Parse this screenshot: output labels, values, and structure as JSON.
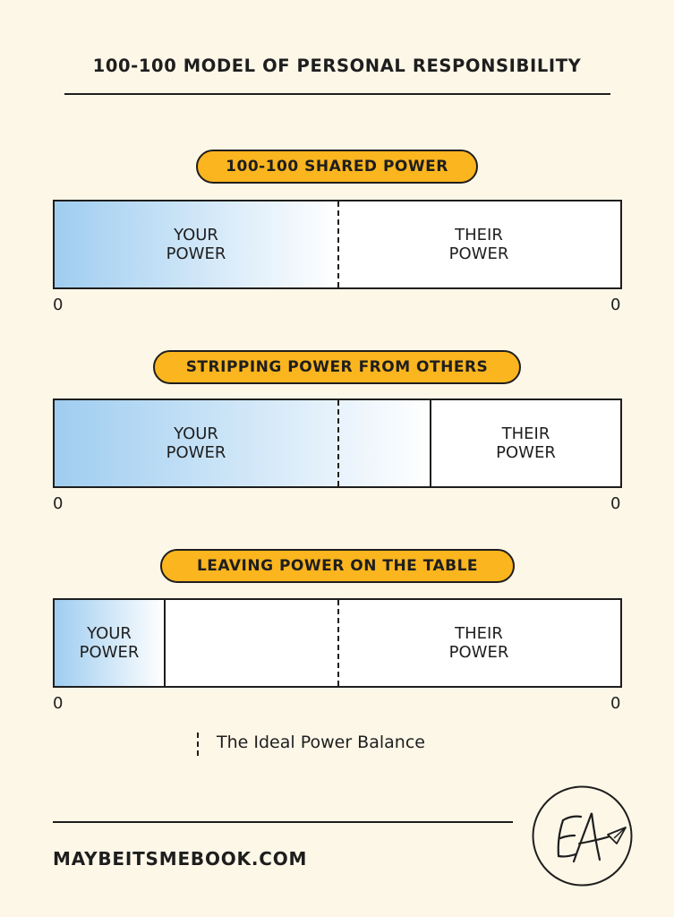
{
  "title": "100-100 MODEL OF PERSONAL RESPONSIBILITY",
  "sections": [
    {
      "heading": "100-100 SHARED POWER",
      "your_label": [
        "YOUR",
        "POWER"
      ],
      "their_label": [
        "THEIR",
        "POWER"
      ],
      "your_share": 0.5,
      "scale_left": "0",
      "scale_right": "0"
    },
    {
      "heading": "STRIPPING POWER FROM OTHERS",
      "your_label": [
        "YOUR",
        "POWER"
      ],
      "their_label": [
        "THEIR",
        "POWER"
      ],
      "your_share": 0.66,
      "scale_left": "0",
      "scale_right": "0"
    },
    {
      "heading": "LEAVING POWER ON THE TABLE",
      "your_label": [
        "YOUR",
        "POWER"
      ],
      "their_label": [
        "THEIR",
        "POWER"
      ],
      "your_share": 0.19,
      "scale_left": "0",
      "scale_right": "0"
    }
  ],
  "legend": {
    "text": "The Ideal Power Balance"
  },
  "footer": {
    "url": "MAYBEITSMEBOOK.COM"
  },
  "logo": {
    "monogram": "EA"
  },
  "colors": {
    "background": "#fdf7e8",
    "pill": "#fbb51e",
    "gradient_start": "#9fcdf0",
    "outline": "#1e1e1e"
  }
}
